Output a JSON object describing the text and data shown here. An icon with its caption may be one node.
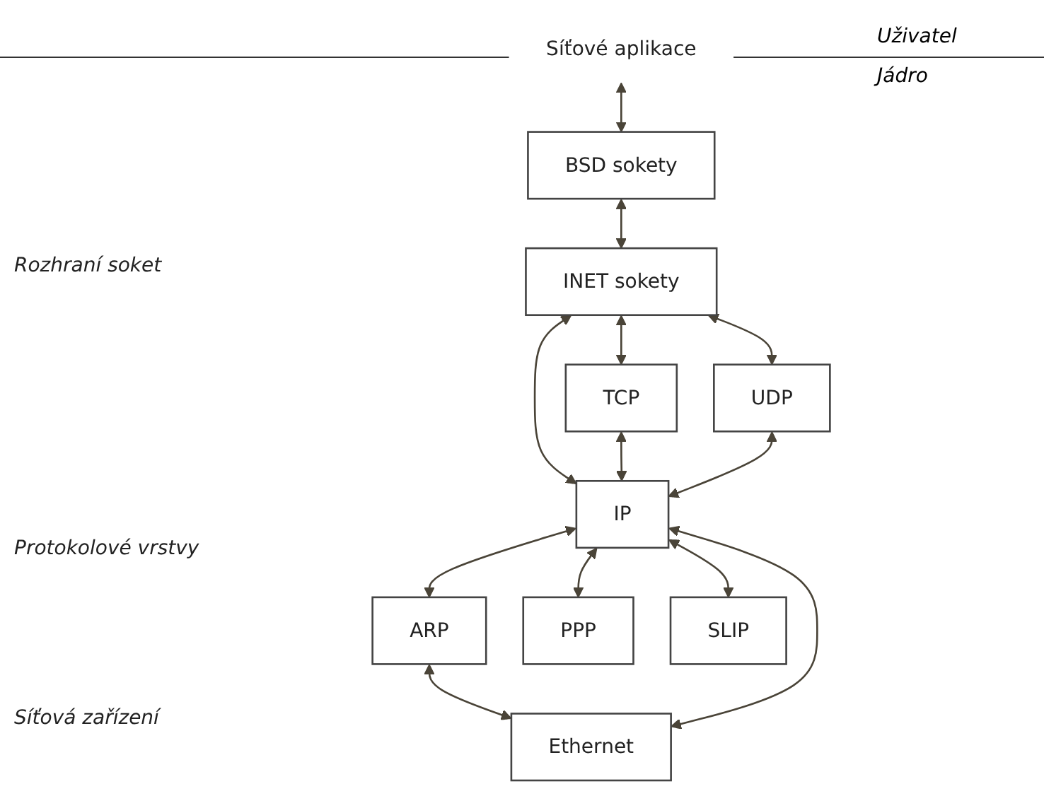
{
  "diagram": {
    "nodes": [
      {
        "text": [
          "Síťové aplikace"
        ]
      },
      {
        "text": [
          "BSD sokety"
        ]
      },
      {
        "text": [
          "INET sokety"
        ]
      },
      {
        "text": [
          "TCP"
        ]
      },
      {
        "text": [
          "UDP"
        ]
      },
      {
        "text": [
          "IP"
        ]
      },
      {
        "text": [
          "ARP"
        ]
      },
      {
        "text": [
          "PPP"
        ]
      },
      {
        "text": [
          "SLIP"
        ]
      },
      {
        "text": [
          "Ethernet"
        ]
      }
    ],
    "edges": [
      {
        "from": 0,
        "to": 1,
        "arrow": "both"
      },
      {
        "from": 1,
        "to": 2,
        "arrow": "both"
      },
      {
        "from": 2,
        "to": 3,
        "arrow": "both"
      },
      {
        "from": 2,
        "to": 5,
        "arrow": "both"
      },
      {
        "from": 2,
        "to": 4,
        "arrow": "both"
      },
      {
        "from": 3,
        "to": 5,
        "arrow": "both"
      },
      {
        "from": 4,
        "to": 5,
        "arrow": "both"
      },
      {
        "from": 5,
        "to": 6,
        "arrow": "both"
      },
      {
        "from": 6,
        "to": 9,
        "arrow": "both"
      },
      {
        "from": 5,
        "to": 7,
        "arrow": "both"
      },
      {
        "from": 5,
        "to": 8,
        "arrow": "both"
      },
      {
        "from": 5,
        "to": 9,
        "arrow": "both"
      }
    ],
    "labels": [
      "Uživatel",
      "Jádro",
      "Rozhraní soket",
      "Protokolové vrstvy",
      "Síťová zařízení"
    ]
  }
}
